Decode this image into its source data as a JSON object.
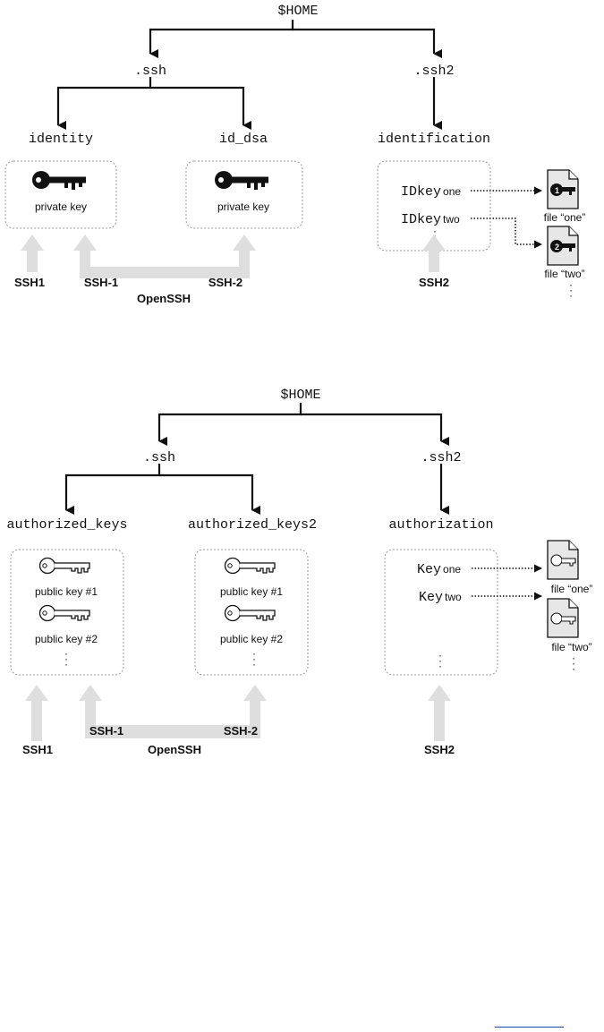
{
  "diagram1": {
    "root": "$HOME",
    "dir_ssh": ".ssh",
    "dir_ssh2": ".ssh2",
    "file_identity": "identity",
    "file_id_dsa": "id_dsa",
    "file_identification": "identification",
    "identity_key_label": "private key",
    "id_dsa_key_label": "private key",
    "idkey_mono": "IDkey",
    "idkey_one": "one",
    "idkey_two": "two",
    "file_one": "file “one”",
    "file_two": "file “two”",
    "client_ssh1": "SSH1",
    "client_ssh1_dash": "SSH-1",
    "client_ssh2_dash": "SSH-2",
    "client_openssh": "OpenSSH",
    "client_ssh2": "SSH2"
  },
  "diagram2": {
    "root": "$HOME",
    "dir_ssh": ".ssh",
    "dir_ssh2": ".ssh2",
    "file_authorized_keys": "authorized_keys",
    "file_authorized_keys2": "authorized_keys2",
    "file_authorization": "authorization",
    "public_key_1": "public key #1",
    "public_key_2": "public key #2",
    "key_mono": "Key",
    "key_one": "one",
    "key_two": "two",
    "file_one": "file “one”",
    "file_two": "file “two”",
    "client_ssh1": "SSH1",
    "client_ssh1_dash": "SSH-1",
    "client_ssh2_dash": "SSH-2",
    "client_openssh": "OpenSSH",
    "client_ssh2": "SSH2"
  },
  "colors": {
    "line": "#111111",
    "client_arrow": "#dedede",
    "box_border": "#9a9a9a",
    "link": "#1a3fb0"
  }
}
